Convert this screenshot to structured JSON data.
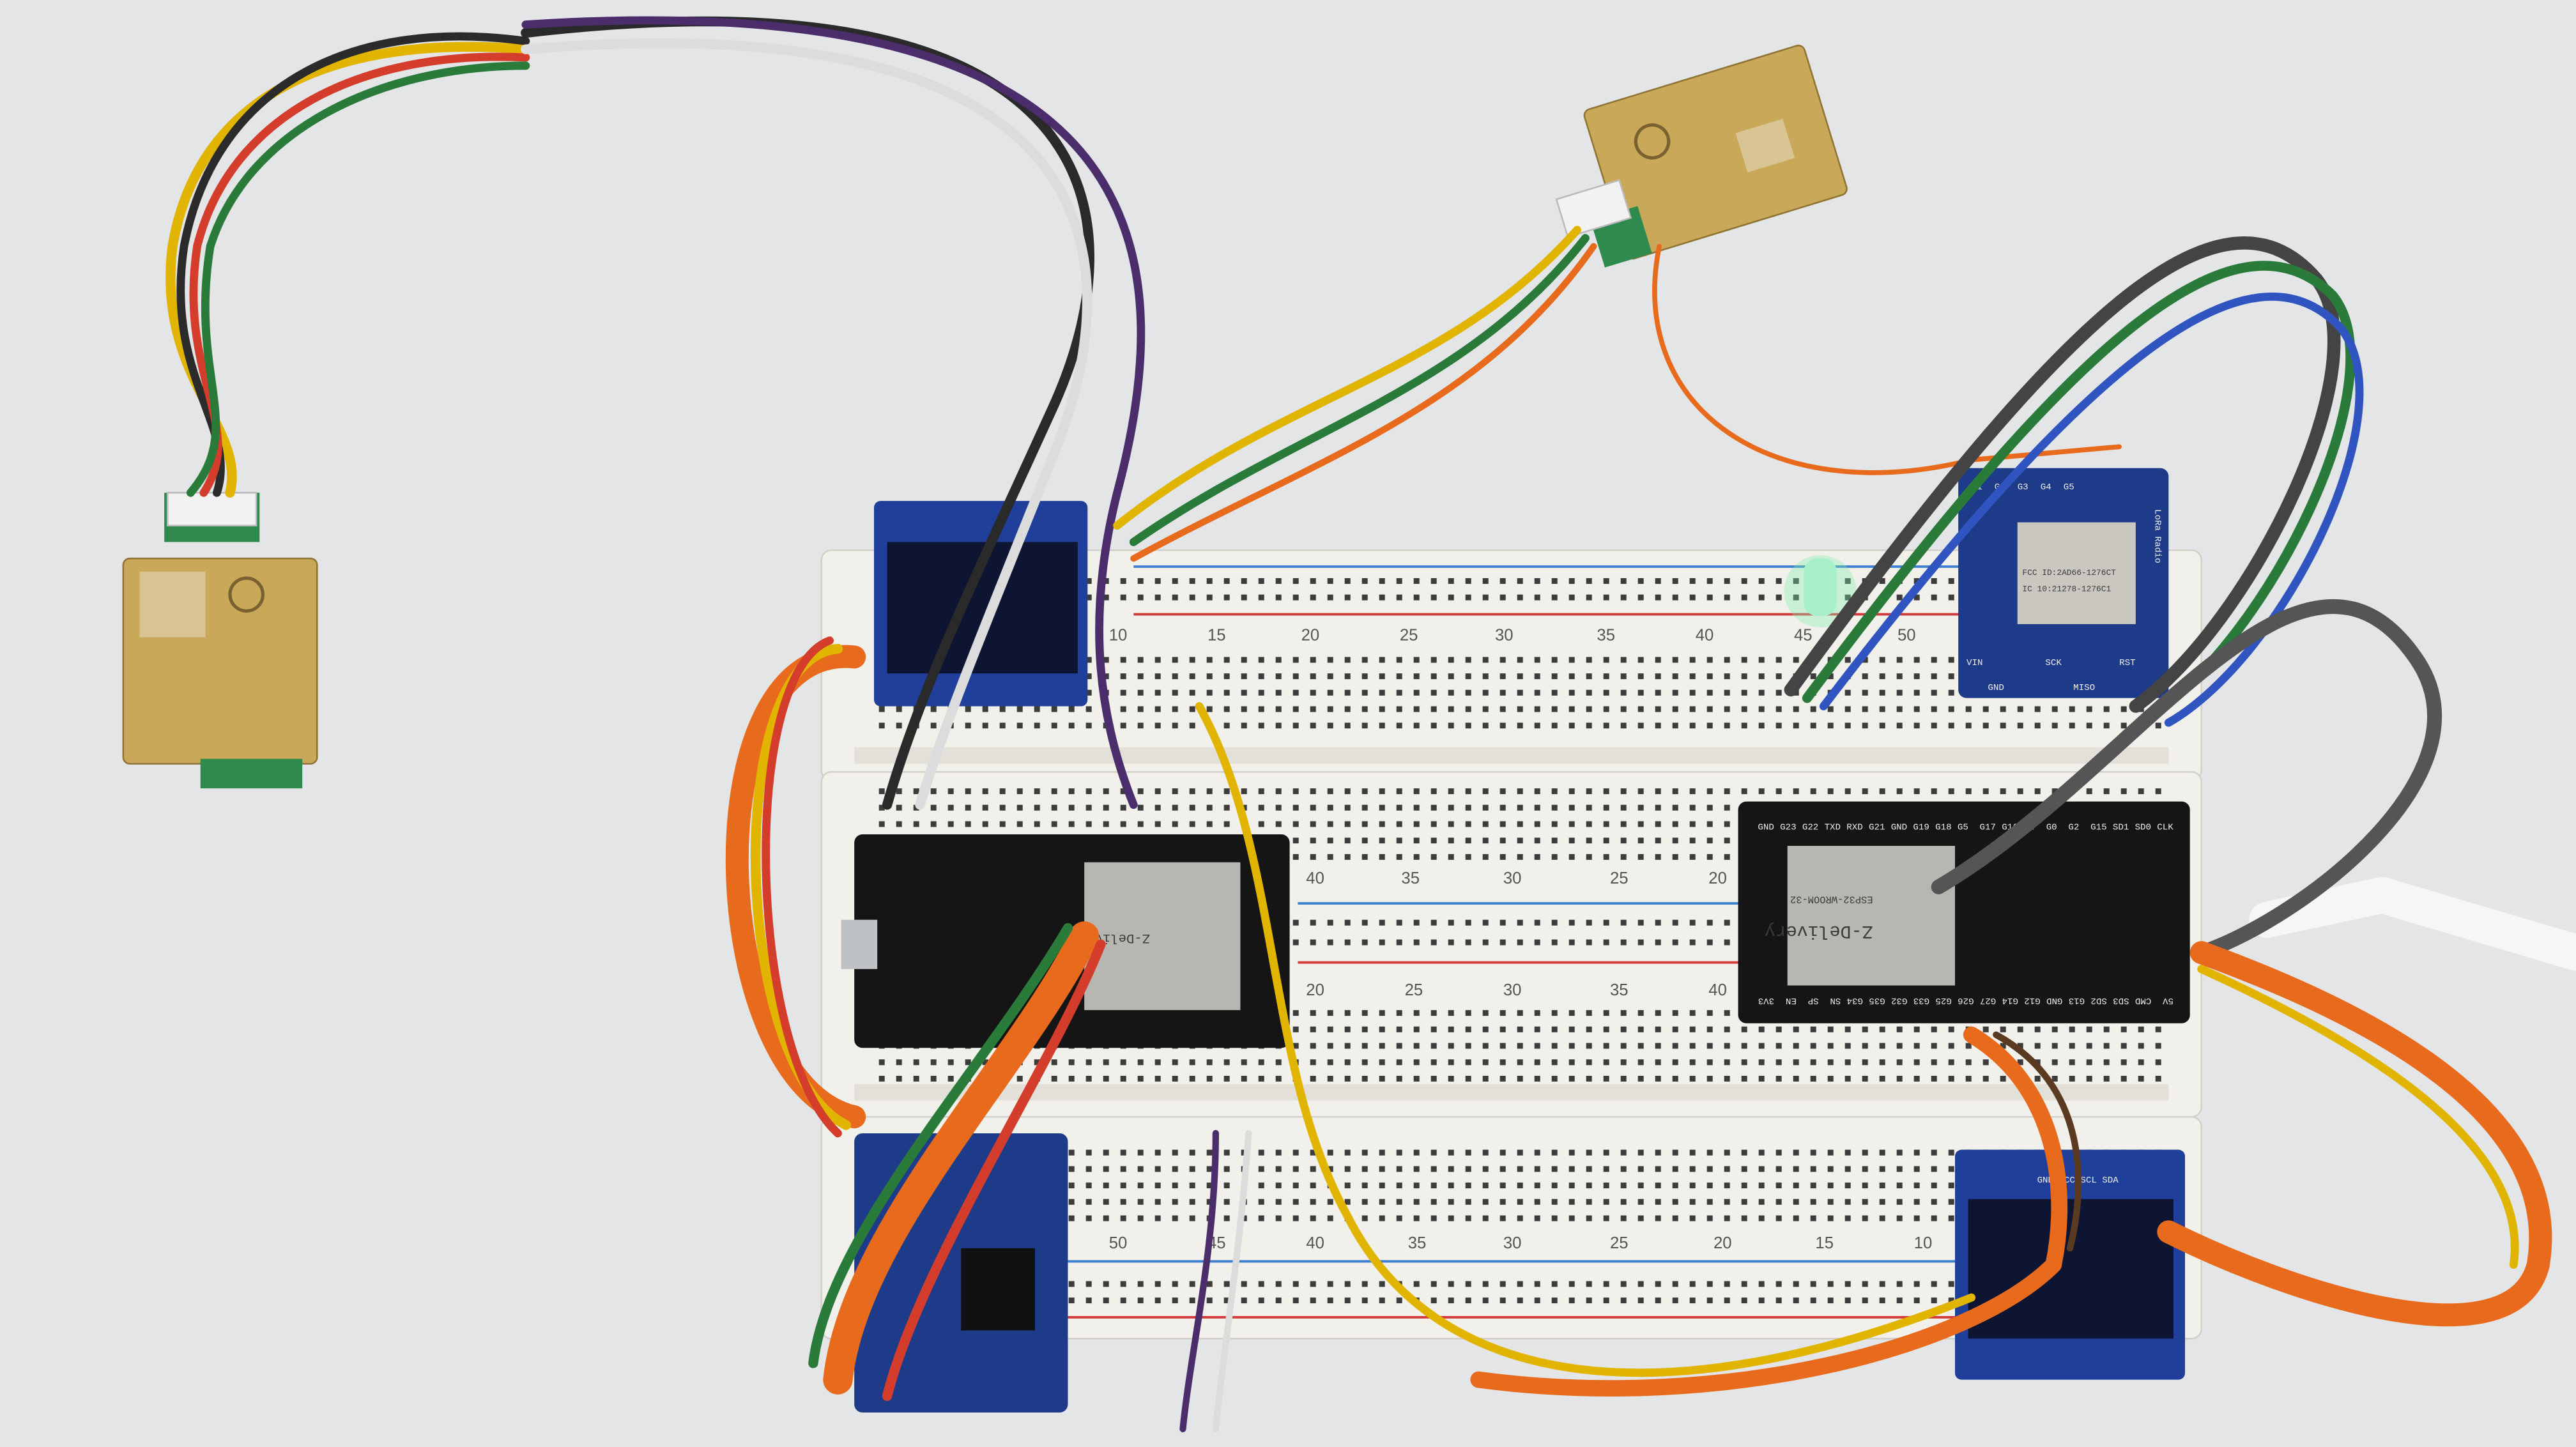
{
  "breadboard": {
    "top_numbers": [
      "10",
      "15",
      "20",
      "25",
      "30",
      "35",
      "40",
      "45",
      "50"
    ],
    "middle_upper_numbers": [
      "40",
      "35",
      "30",
      "25",
      "20"
    ],
    "middle_lower_numbers": [
      "20",
      "25",
      "30",
      "35",
      "40"
    ],
    "bottom_numbers": [
      "50",
      "45",
      "40",
      "35",
      "30",
      "25",
      "20",
      "15",
      "10"
    ]
  },
  "esp32_right": {
    "brand": "Z-Delivery",
    "module": "ESP32-WROOM-32",
    "top_pins": [
      "GND",
      "G23",
      "G22",
      "TXD",
      "RXD",
      "G21",
      "GND",
      "G19",
      "G18",
      "G5",
      "G17",
      "G16",
      "G4",
      "G0",
      "G2",
      "G15",
      "SD1",
      "SD0",
      "CLK"
    ],
    "bottom_pins": [
      "3V3",
      "EN",
      "SP",
      "SN",
      "G34",
      "G35",
      "G32",
      "G33",
      "G25",
      "G26",
      "G27",
      "G14",
      "G12",
      "GND",
      "G13",
      "SD2",
      "SD3",
      "CMD",
      "5V"
    ]
  },
  "esp32_left": {
    "brand": "Z-Delivery"
  },
  "lora_radio": {
    "pins_top": [
      "G1",
      "G2",
      "G3",
      "G4",
      "G5"
    ],
    "label": "LoRa Radio",
    "chip_line1": "FCC ID:2AD66-1276CT",
    "chip_line2": "IC 10:21278-1276C1",
    "pins_bottom": [
      "VIN",
      "GND",
      "SCK",
      "MISO",
      "RST"
    ]
  },
  "oled_bottom": {
    "pins": "GND VCC SCL SDA"
  },
  "colors": {
    "background": "#e4e6e8",
    "breadboard": "#f2f1ec",
    "pcb_blue": "#1e3b8a",
    "pcb_black": "#151515",
    "gold": "#c9a85a"
  }
}
